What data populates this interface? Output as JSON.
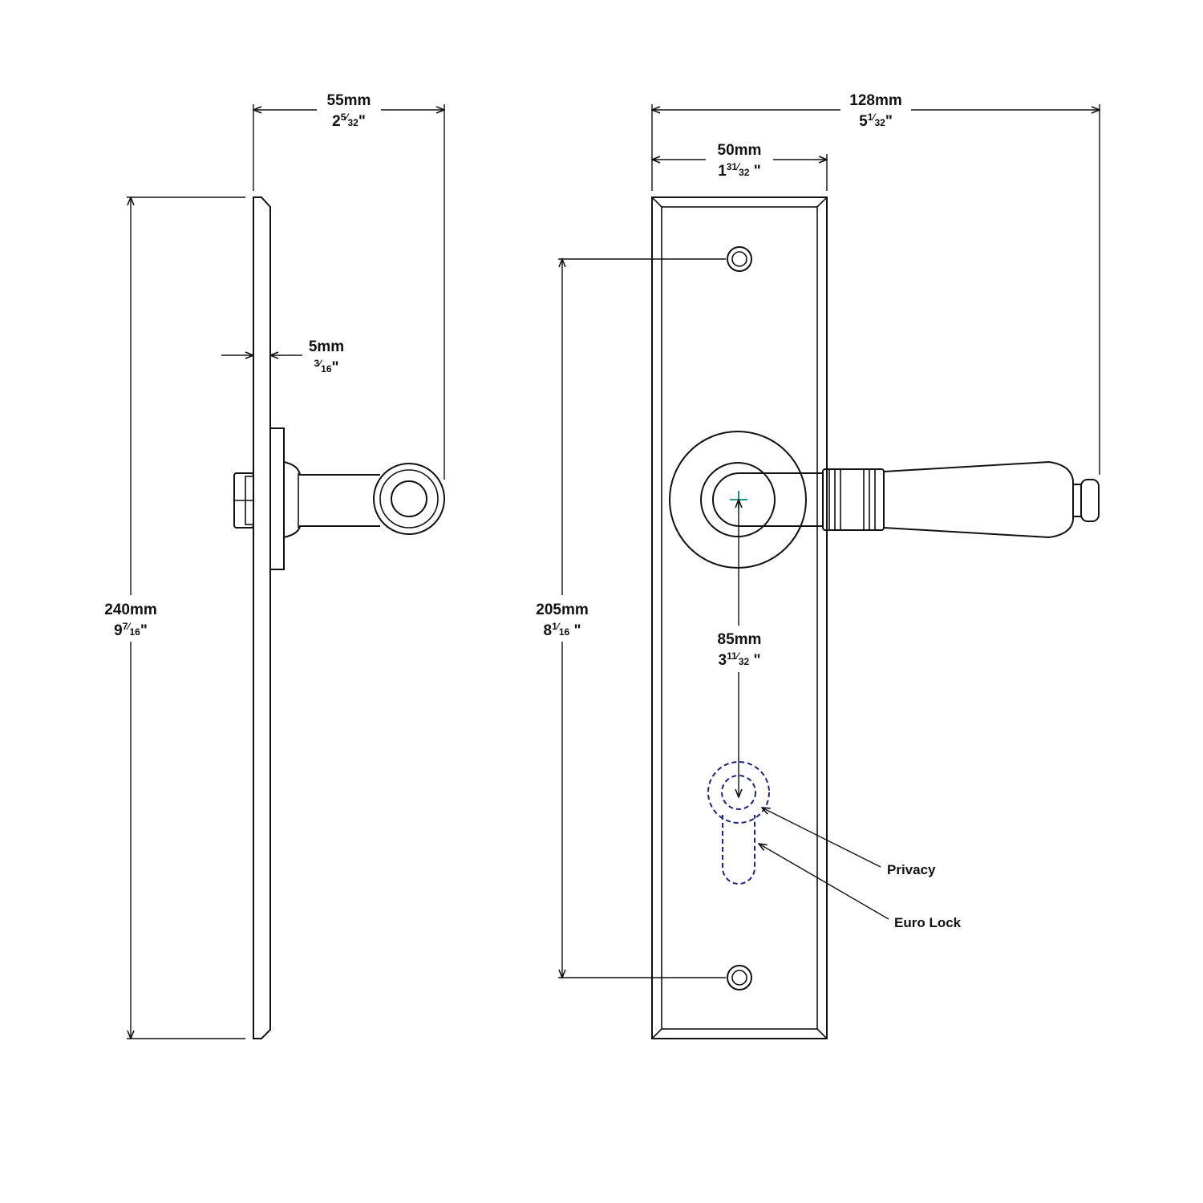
{
  "side_view": {
    "width_mm": "55mm",
    "width_in": {
      "whole": "2",
      "num": "5",
      "den": "32"
    },
    "height_mm": "240mm",
    "height_in": {
      "whole": "9",
      "num": "7",
      "den": "16"
    },
    "thickness_mm": "5mm",
    "thickness_in": {
      "whole": "",
      "num": "3",
      "den": "16"
    }
  },
  "front_view": {
    "overall_width_mm": "128mm",
    "overall_width_in": {
      "whole": "5",
      "num": "1",
      "den": "32"
    },
    "plate_width_mm": "50mm",
    "plate_width_in": {
      "whole": "1",
      "num": "31",
      "den": "32"
    },
    "fixing_centres_mm": "205mm",
    "fixing_centres_in": {
      "whole": "8",
      "num": "1",
      "den": "16"
    },
    "backset_mm": "85mm",
    "backset_in": {
      "whole": "3",
      "num": "11",
      "den": "32"
    }
  },
  "callouts": {
    "privacy": "Privacy",
    "euro_lock": "Euro Lock"
  },
  "colors": {
    "line": "#111111",
    "dashed_outline": "#1a237e",
    "center_mark": "#00897b"
  }
}
